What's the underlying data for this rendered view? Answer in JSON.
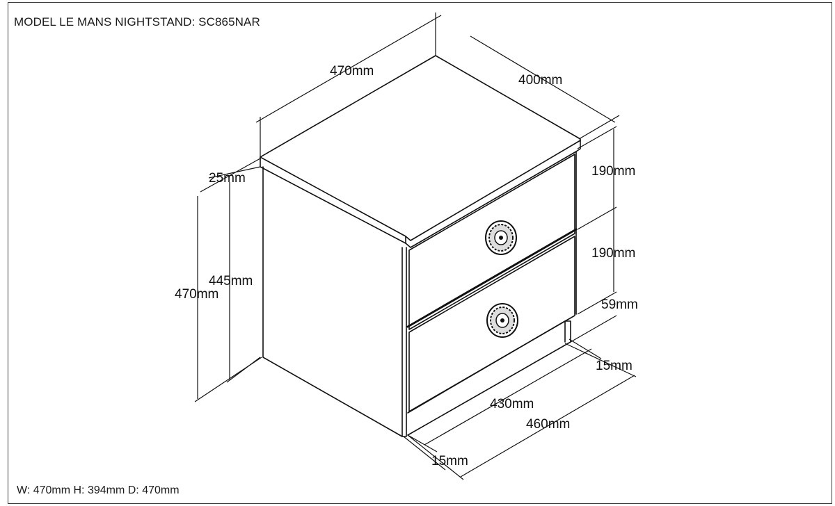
{
  "title": "MODEL LE MANS NIGHTSTAND: SC865NAR",
  "footer": "W: 470mm H: 394mm D: 470mm",
  "dimensions": {
    "top_width": "470mm",
    "top_depth": "400mm",
    "top_thickness": "25mm",
    "body_height": "445mm",
    "total_height": "470mm",
    "drawer1_height": "190mm",
    "drawer2_height": "190mm",
    "plinth_height": "59mm",
    "plinth_recess": "15mm",
    "inner_width": "430mm",
    "outer_width": "460mm",
    "side_recess": "15mm"
  },
  "colors": {
    "line": "#111111",
    "background": "#ffffff"
  },
  "icons": [
    "drawer-knob-icon",
    "drawer-knob-icon"
  ]
}
